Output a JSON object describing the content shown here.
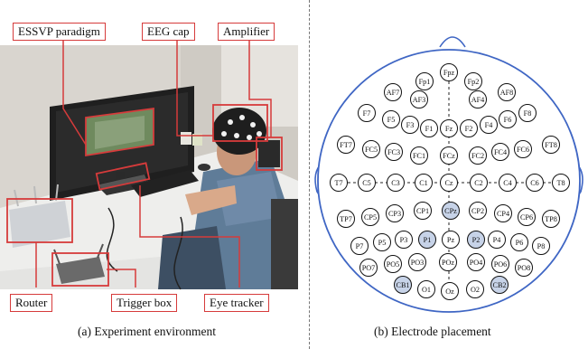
{
  "left_panel": {
    "labels": {
      "essvp_paradigm": "ESSVP paradigm",
      "eeg_cap": "EEG cap",
      "amplifier": "Amplifier",
      "router": "Router",
      "trigger_box": "Trigger box",
      "eye_tracker": "Eye tracker"
    },
    "caption": "(a) Experiment environment"
  },
  "right_panel": {
    "caption": "(b) Electrode placement",
    "electrodes": [
      {
        "name": "Fpz",
        "highlight": false
      },
      {
        "name": "Fp1",
        "highlight": false
      },
      {
        "name": "Fp2",
        "highlight": false
      },
      {
        "name": "AF7",
        "highlight": false
      },
      {
        "name": "AF3",
        "highlight": false
      },
      {
        "name": "AF4",
        "highlight": false
      },
      {
        "name": "AF8",
        "highlight": false
      },
      {
        "name": "F7",
        "highlight": false
      },
      {
        "name": "F5",
        "highlight": false
      },
      {
        "name": "F3",
        "highlight": false
      },
      {
        "name": "F1",
        "highlight": false
      },
      {
        "name": "Fz",
        "highlight": false
      },
      {
        "name": "F2",
        "highlight": false
      },
      {
        "name": "F4",
        "highlight": false
      },
      {
        "name": "F6",
        "highlight": false
      },
      {
        "name": "F8",
        "highlight": false
      },
      {
        "name": "FT7",
        "highlight": false
      },
      {
        "name": "FC5",
        "highlight": false
      },
      {
        "name": "FC3",
        "highlight": false
      },
      {
        "name": "FC1",
        "highlight": false
      },
      {
        "name": "FCz",
        "highlight": false
      },
      {
        "name": "FC2",
        "highlight": false
      },
      {
        "name": "FC4",
        "highlight": false
      },
      {
        "name": "FC6",
        "highlight": false
      },
      {
        "name": "FT8",
        "highlight": false
      },
      {
        "name": "T7",
        "highlight": false
      },
      {
        "name": "C5",
        "highlight": false
      },
      {
        "name": "C3",
        "highlight": false
      },
      {
        "name": "C1",
        "highlight": false
      },
      {
        "name": "Cz",
        "highlight": false
      },
      {
        "name": "C2",
        "highlight": false
      },
      {
        "name": "C4",
        "highlight": false
      },
      {
        "name": "C6",
        "highlight": false
      },
      {
        "name": "T8",
        "highlight": false
      },
      {
        "name": "TP7",
        "highlight": false
      },
      {
        "name": "CP5",
        "highlight": false
      },
      {
        "name": "CP3",
        "highlight": false
      },
      {
        "name": "CP1",
        "highlight": false
      },
      {
        "name": "CPz",
        "highlight": true
      },
      {
        "name": "CP2",
        "highlight": false
      },
      {
        "name": "CP4",
        "highlight": false
      },
      {
        "name": "CP6",
        "highlight": false
      },
      {
        "name": "TP8",
        "highlight": false
      },
      {
        "name": "P7",
        "highlight": false
      },
      {
        "name": "P5",
        "highlight": false
      },
      {
        "name": "P3",
        "highlight": false
      },
      {
        "name": "P1",
        "highlight": true
      },
      {
        "name": "Pz",
        "highlight": false
      },
      {
        "name": "P2",
        "highlight": true
      },
      {
        "name": "P4",
        "highlight": false
      },
      {
        "name": "P6",
        "highlight": false
      },
      {
        "name": "P8",
        "highlight": false
      },
      {
        "name": "PO7",
        "highlight": false
      },
      {
        "name": "PO5",
        "highlight": false
      },
      {
        "name": "PO3",
        "highlight": false
      },
      {
        "name": "POz",
        "highlight": false
      },
      {
        "name": "PO4",
        "highlight": false
      },
      {
        "name": "PO6",
        "highlight": false
      },
      {
        "name": "PO8",
        "highlight": false
      },
      {
        "name": "CB1",
        "highlight": true
      },
      {
        "name": "O1",
        "highlight": false
      },
      {
        "name": "Oz",
        "highlight": false
      },
      {
        "name": "O2",
        "highlight": false
      },
      {
        "name": "CB2",
        "highlight": true
      }
    ]
  },
  "colors": {
    "callout_red": "#d63b3b",
    "head_outline": "#3f66c4",
    "highlight_fill": "#c7d3e8"
  }
}
